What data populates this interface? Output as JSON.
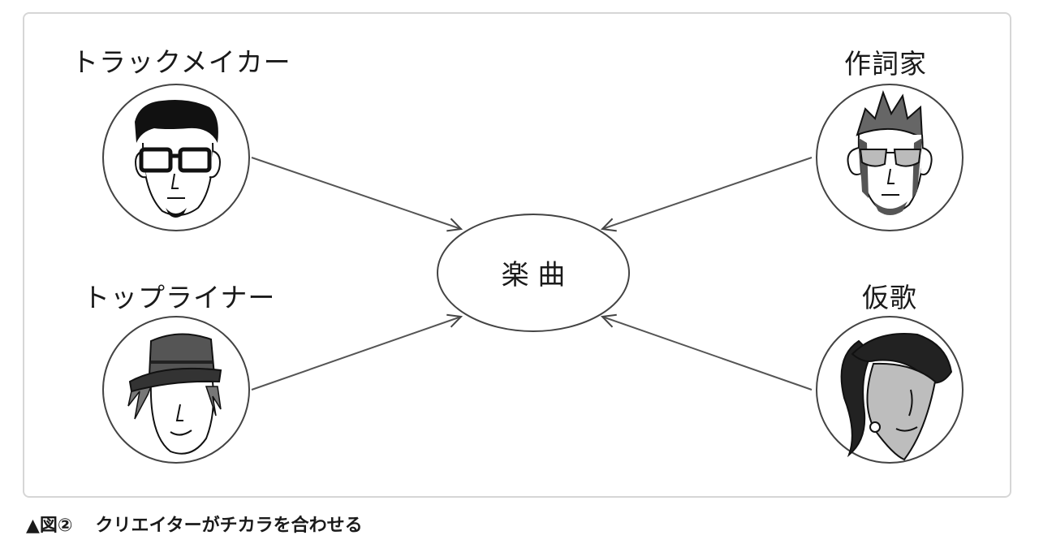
{
  "center_node": {
    "label": "楽 曲"
  },
  "roles": {
    "track_maker": "トラックメイカー",
    "top_liner": "トップライナー",
    "lyricist": "作詞家",
    "guide_vocal": "仮歌"
  },
  "caption": {
    "figure_number": "▲図②",
    "text": "クリエイターがチカラを合わせる"
  }
}
